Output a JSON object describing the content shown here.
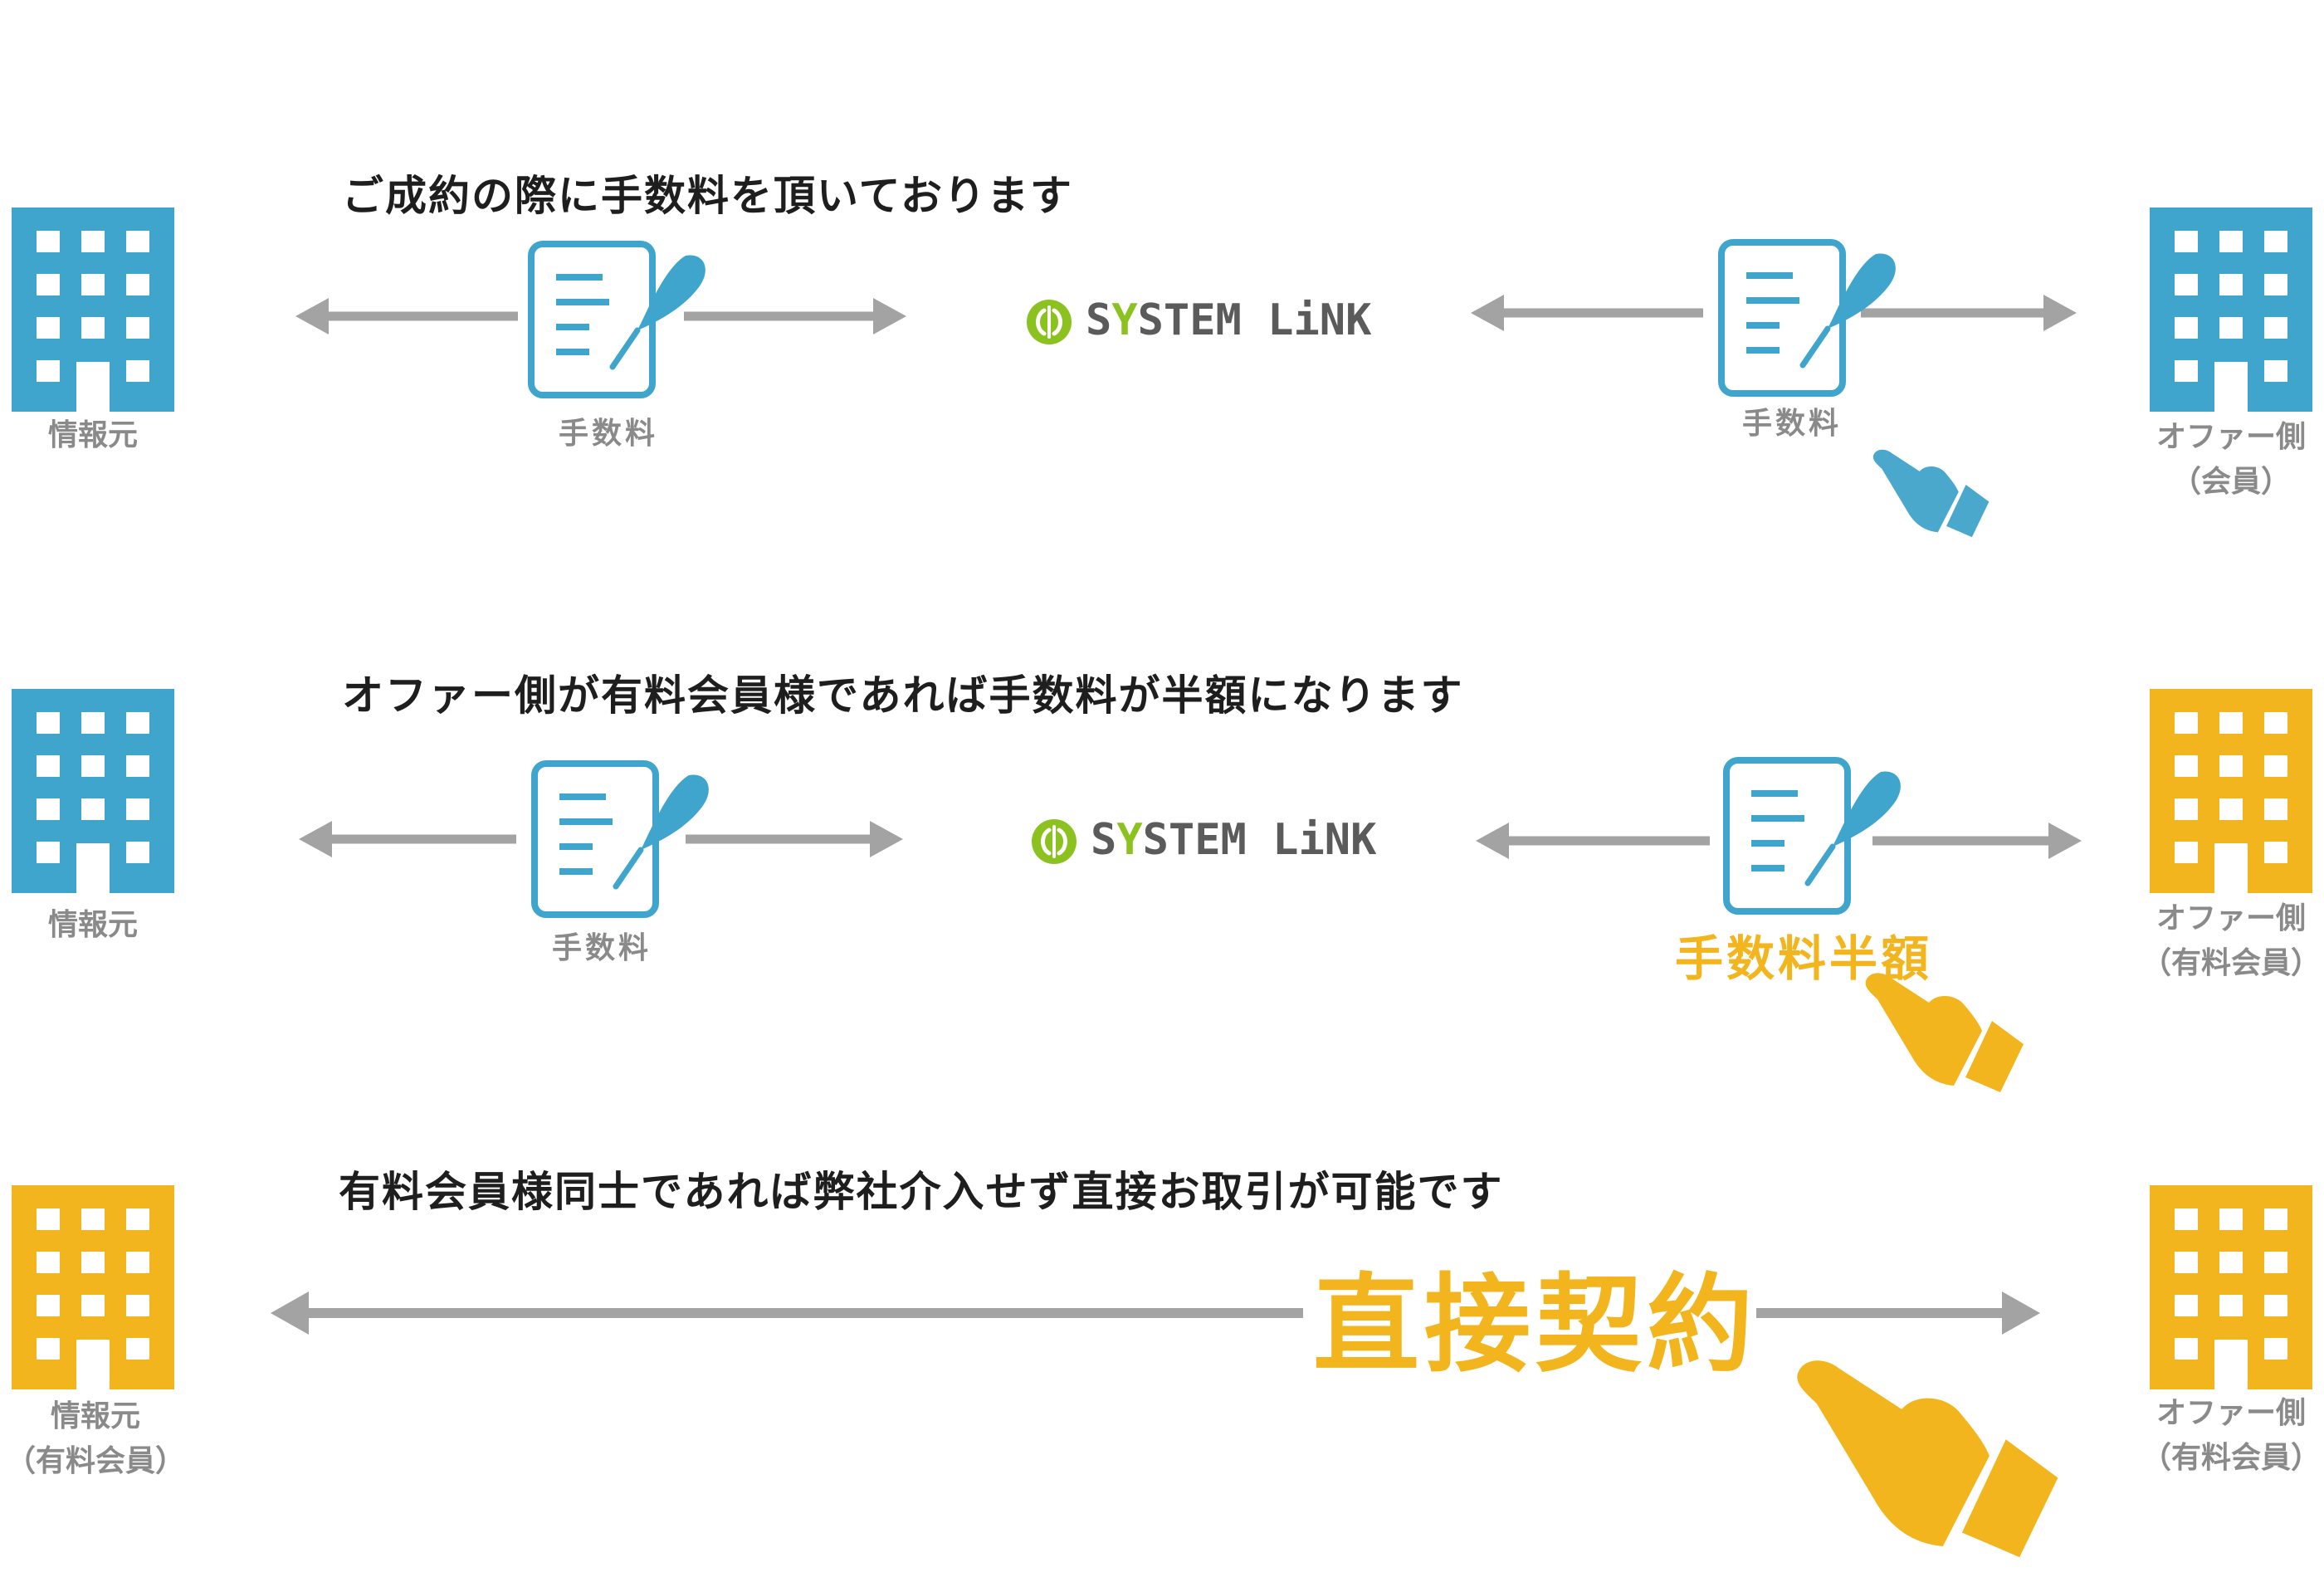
{
  "colors": {
    "blue": "#3fa5cc",
    "orange": "#f2b51d",
    "arrow": "#a3a3a3",
    "logo_green": "#8bc21f",
    "logo_gray": "#5b5b5b"
  },
  "icons": {
    "building": "building-icon",
    "document": "document-pen-icon",
    "pointer": "pointing-hand-icon",
    "logo": "system-link-logo-icon"
  },
  "logo": {
    "part1": "S",
    "part2": "Y",
    "part3": "STEM LiNK"
  },
  "rows": [
    {
      "heading": "ご成約の際に手数料を頂いております",
      "left_label": "情報元",
      "left_fee": "手数料",
      "right_fee": "手数料",
      "right_label_line1": "オファー側",
      "right_label_line2": "（会員）"
    },
    {
      "heading": "オファー側が有料会員様であれば手数料が半額になります",
      "left_label": "情報元",
      "left_fee": "手数料",
      "right_fee": "手数料半額",
      "right_label_line1": "オファー側",
      "right_label_line2": "（有料会員）"
    },
    {
      "heading": "有料会員様同士であれば弊社介入せず直接お取引が可能です",
      "left_label_line1": "情報元",
      "left_label_line2": "（有料会員）",
      "center_text": "直接契約",
      "right_label_line1": "オファー側",
      "right_label_line2": "（有料会員）"
    }
  ]
}
